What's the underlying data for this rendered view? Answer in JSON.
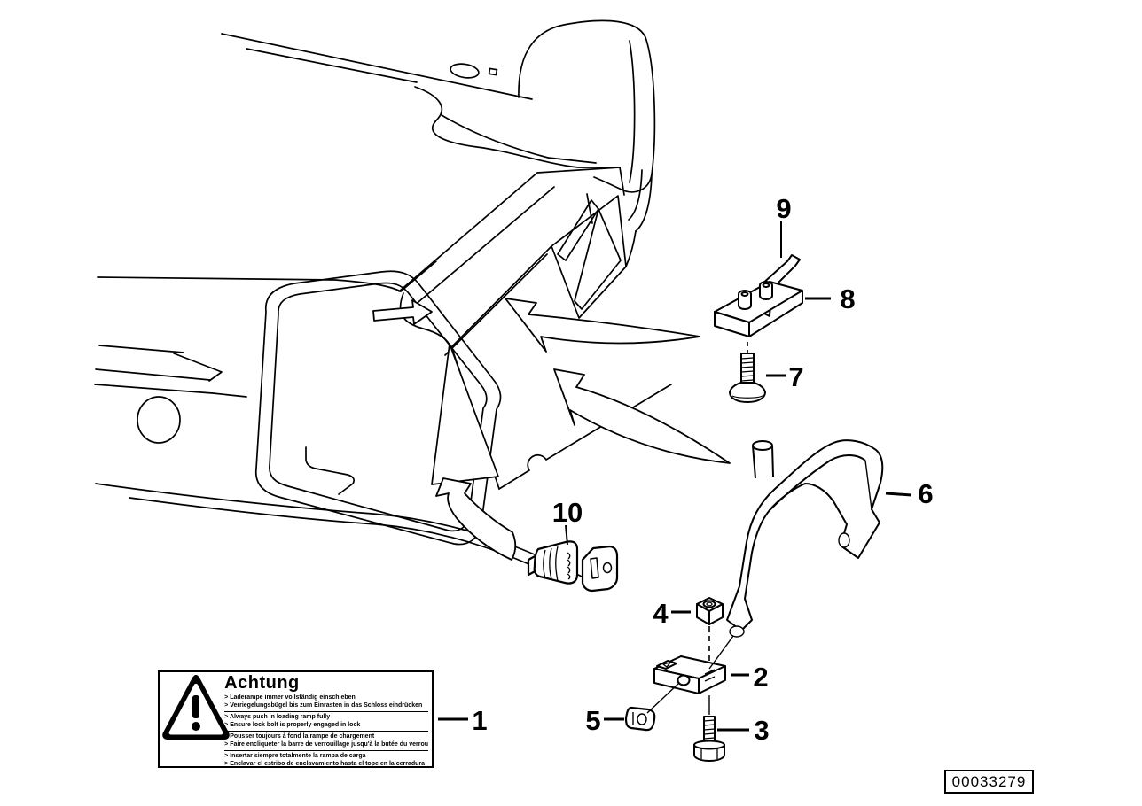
{
  "page": {
    "background": "#ffffff",
    "line_color": "#000000"
  },
  "diagram_code": "00033279",
  "callouts": [
    {
      "number": "1"
    },
    {
      "number": "2"
    },
    {
      "number": "3"
    },
    {
      "number": "4"
    },
    {
      "number": "5"
    },
    {
      "number": "6"
    },
    {
      "number": "7"
    },
    {
      "number": "8"
    },
    {
      "number": "9"
    },
    {
      "number": "10"
    }
  ],
  "warning_label": {
    "title": "Achtung",
    "groups": [
      {
        "lang": "de",
        "lines": [
          "> Laderampe immer vollständig einschieben",
          "> Verriegelungsbügel bis zum Einrasten in das Schloss eindrücken"
        ]
      },
      {
        "lang": "en",
        "lines": [
          "> Always push in loading ramp fully",
          "> Ensure lock bolt is properly engaged in lock"
        ]
      },
      {
        "lang": "fr",
        "lines": [
          "> Pousser toujours à fond la rampe de chargement",
          "> Faire encliqueter la barre de verrouillage jusqu'à la butée du verrou"
        ]
      },
      {
        "lang": "es",
        "lines": [
          "> Insertar siempre totalmente la rampa de carga",
          "> Enclavar el estribo de enclavamiento hasta el tope en la cerradura"
        ]
      }
    ]
  }
}
